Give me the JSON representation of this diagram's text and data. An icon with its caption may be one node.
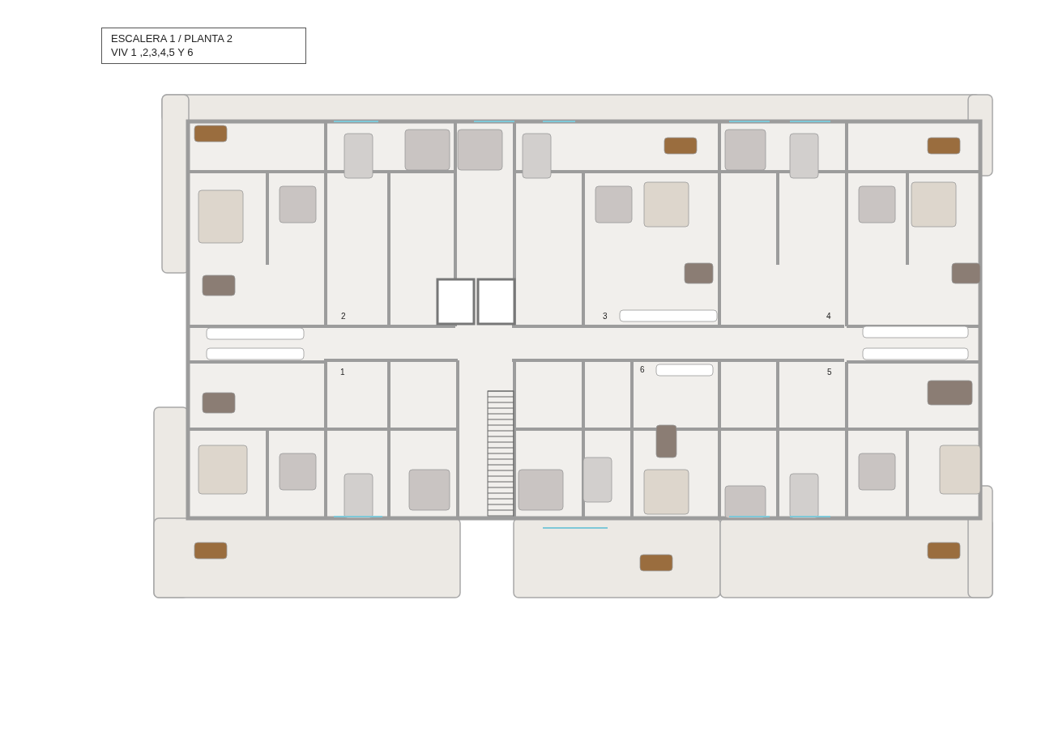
{
  "diagram": {
    "title": "ESCALERA 1 / PLANTA 2",
    "labels": [
      "VIV 1 ,2,3,4,5 Y 6",
      "2",
      "3",
      "4",
      "1",
      "6",
      "5"
    ]
  }
}
